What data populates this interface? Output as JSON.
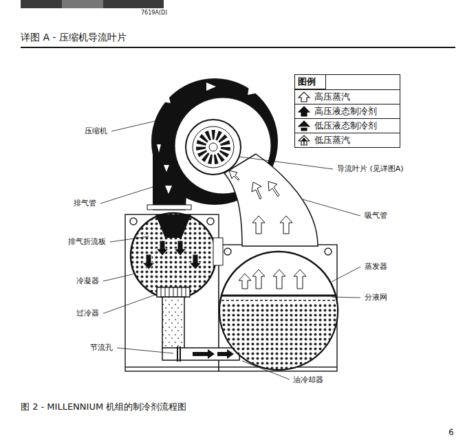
{
  "diagram": {
    "title": "详图 A - 压缩机导流叶片",
    "caption": "图 2 - MILLENNIUM 机组的制冷剂流程图",
    "labels": [
      "7619A(D)",
      "图例",
      "压缩机",
      "导流叶片 (见详图A)",
      "排气管",
      "吸气管",
      "排气折流板",
      "蒸发器",
      "冷凝器",
      "分液网",
      "过冷器",
      "节流孔",
      "油冷却器",
      "6"
    ],
    "legend": [
      {
        "text": "高压蒸汽"
      },
      {
        "text": "高压液态制冷剂"
      },
      {
        "text": "低压液态制冷剂"
      },
      {
        "text": "低压蒸汽"
      }
    ]
  }
}
